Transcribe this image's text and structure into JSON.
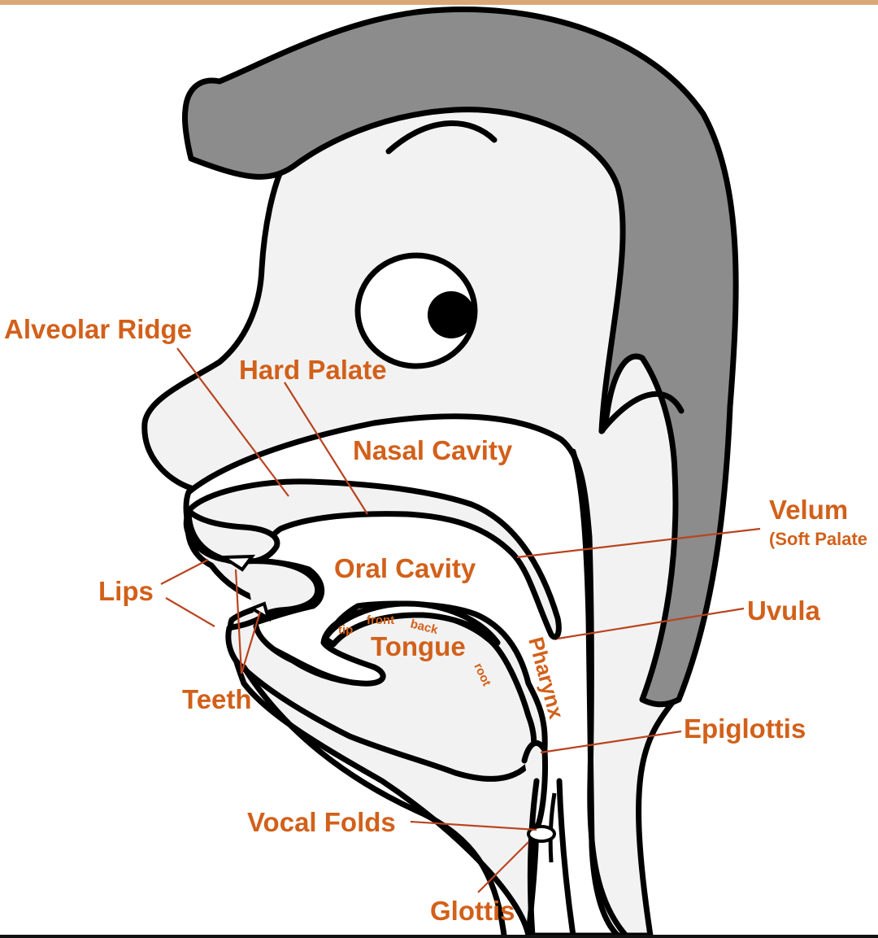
{
  "colors": {
    "label": "#d2601a",
    "leader": "#b9441f",
    "hair": "#8c8c8c",
    "skin": "#f2f2f2",
    "outline": "#000000"
  },
  "labels": {
    "alveolar_ridge": "Alveolar Ridge",
    "hard_palate": "Hard Palate",
    "nasal_cavity": "Nasal Cavity",
    "velum": "Velum",
    "velum_sub": "(Soft Palate",
    "oral_cavity": "Oral Cavity",
    "lips": "Lips",
    "uvula": "Uvula",
    "tongue": "Tongue",
    "tip": "tip",
    "front": "front",
    "back": "back",
    "root": "root",
    "pharynx": "Pharynx",
    "teeth": "Teeth",
    "epiglottis": "Epiglottis",
    "vocal_folds": "Vocal Folds",
    "glottis": "Glottis"
  }
}
